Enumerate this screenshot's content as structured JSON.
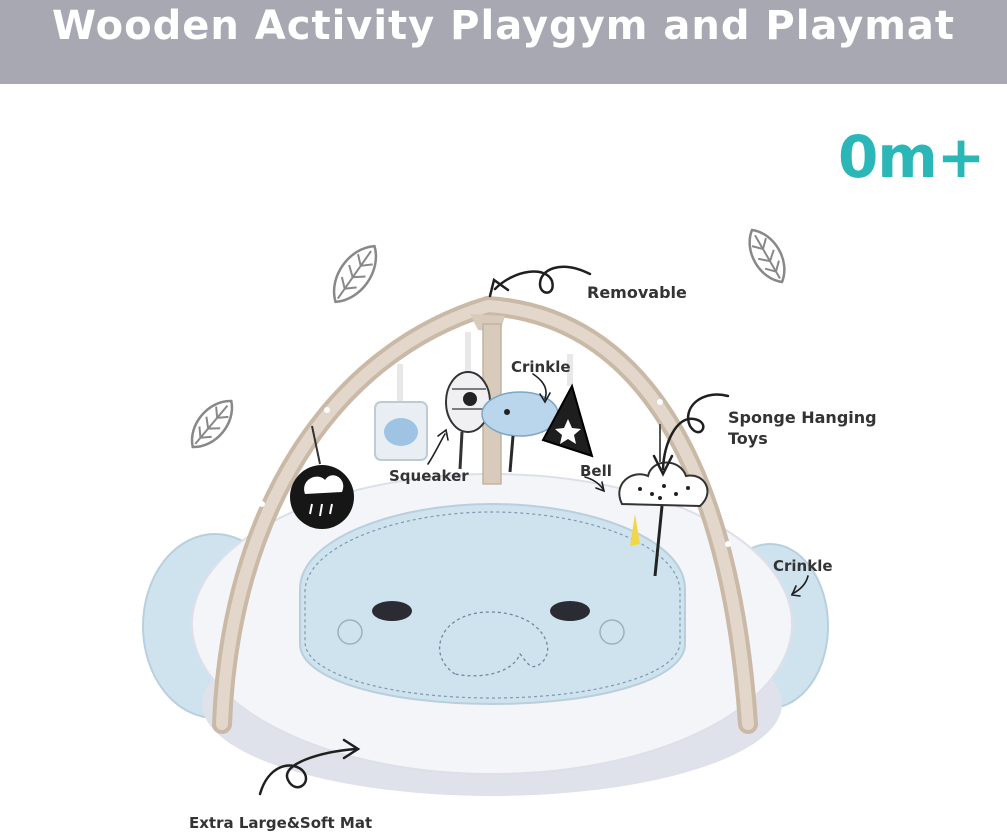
{
  "banner": {
    "title": "Wooden Activity Playgym and Playmat",
    "color": "#a8a8b3"
  },
  "badge": {
    "age": "0m+",
    "color": "#2bb6b7"
  },
  "callouts": {
    "removable": "Removable",
    "crinkle_top": "Crinkle",
    "sponge": "Sponge Hanging Toys",
    "sponge_line1": "Sponge Hanging",
    "sponge_line2": "Toys",
    "squeaker": "Squeaker",
    "bell": "Bell",
    "crinkle_side": "Crinkle",
    "mat": "Extra Large&Soft Mat"
  },
  "icons": [
    "leaf-icon",
    "leaf-icon",
    "leaf-icon"
  ],
  "colors": {
    "wood": "#d8cbbb",
    "mat_blue": "#cfe3ef",
    "mat_white": "#f4f5f9"
  }
}
